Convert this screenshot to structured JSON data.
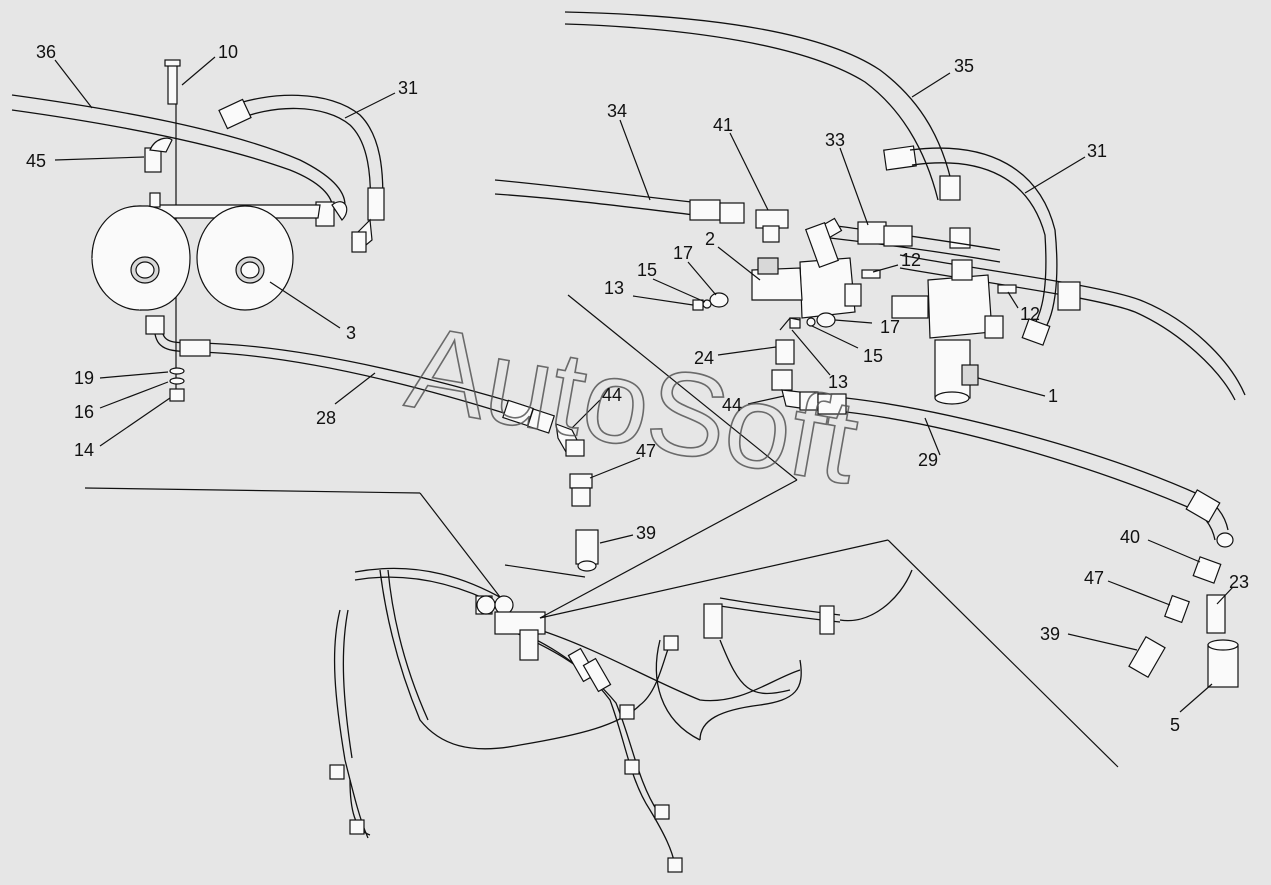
{
  "watermark": "AutoSoft",
  "callouts": [
    {
      "id": "c36",
      "text": "36"
    },
    {
      "id": "c10",
      "text": "10"
    },
    {
      "id": "c31a",
      "text": "31"
    },
    {
      "id": "c45",
      "text": "45"
    },
    {
      "id": "c3",
      "text": "3"
    },
    {
      "id": "c19",
      "text": "19"
    },
    {
      "id": "c16",
      "text": "16"
    },
    {
      "id": "c14",
      "text": "14"
    },
    {
      "id": "c28",
      "text": "28"
    },
    {
      "id": "c44a",
      "text": "44"
    },
    {
      "id": "c47a",
      "text": "47"
    },
    {
      "id": "c39a",
      "text": "39"
    },
    {
      "id": "c35",
      "text": "35"
    },
    {
      "id": "c34",
      "text": "34"
    },
    {
      "id": "c41",
      "text": "41"
    },
    {
      "id": "c33",
      "text": "33"
    },
    {
      "id": "c31b",
      "text": "31"
    },
    {
      "id": "c2",
      "text": "2"
    },
    {
      "id": "c17a",
      "text": "17"
    },
    {
      "id": "c15a",
      "text": "15"
    },
    {
      "id": "c13a",
      "text": "13"
    },
    {
      "id": "c12a",
      "text": "12"
    },
    {
      "id": "c12b",
      "text": "12"
    },
    {
      "id": "c17b",
      "text": "17"
    },
    {
      "id": "c15b",
      "text": "15"
    },
    {
      "id": "c24",
      "text": "24"
    },
    {
      "id": "c13b",
      "text": "13"
    },
    {
      "id": "c1",
      "text": "1"
    },
    {
      "id": "c44b",
      "text": "44"
    },
    {
      "id": "c29",
      "text": "29"
    },
    {
      "id": "c40",
      "text": "40"
    },
    {
      "id": "c47b",
      "text": "47"
    },
    {
      "id": "c23",
      "text": "23"
    },
    {
      "id": "c39b",
      "text": "39"
    },
    {
      "id": "c5",
      "text": "5"
    }
  ],
  "colors": {
    "background": "#e6e6e6",
    "ink": "#111111"
  }
}
